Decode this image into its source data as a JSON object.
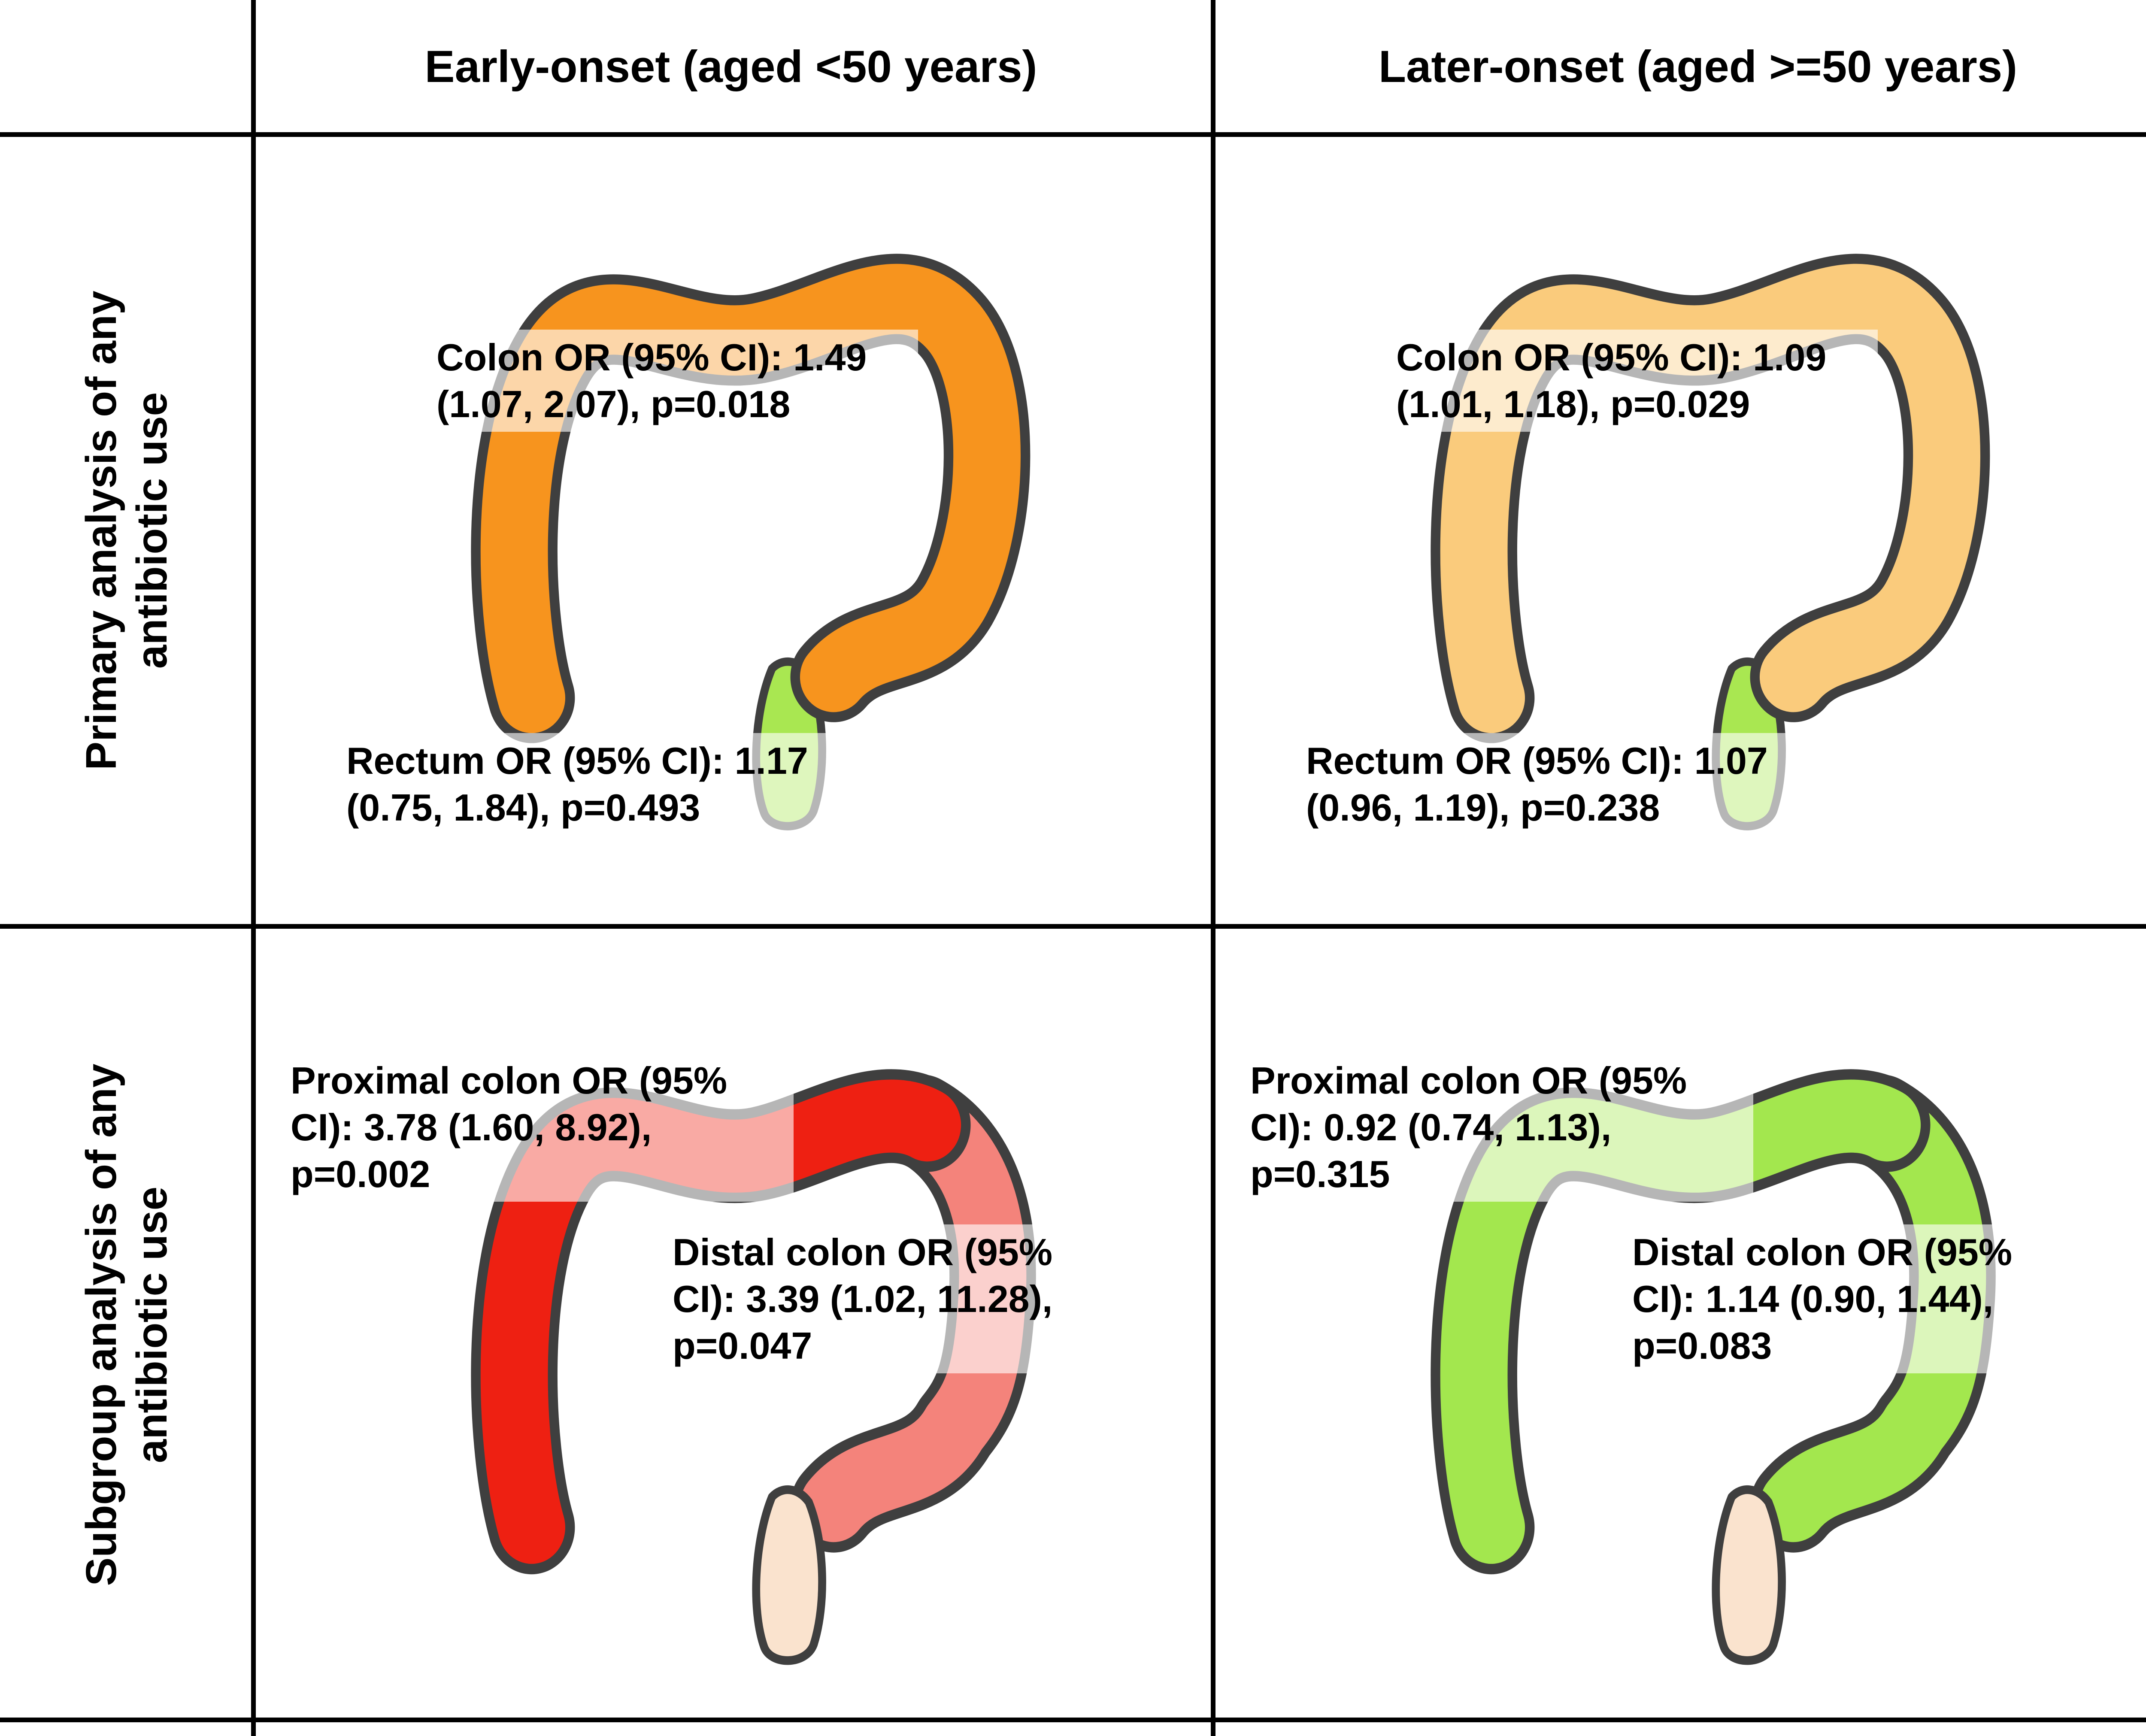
{
  "header": {
    "columns": [
      {
        "label": "Early-onset (aged <50 years)"
      },
      {
        "label": "Later-onset (aged >=50 years)"
      }
    ]
  },
  "rows": [
    {
      "label": "Primary analysis of any antibiotic use"
    },
    {
      "label": "Subgroup analysis of any antibiotic use"
    }
  ],
  "colors": {
    "outline": "#3f3f3f",
    "grid": "#000000",
    "label_background": "rgba(255,255,255,0.62)"
  },
  "cells": [
    {
      "id": "early-primary",
      "colon_color": "#F7941E",
      "rectum_color": "#A9E751",
      "labels": {
        "colon": "Colon OR (95% CI): 1.49 (1.07, 2.07), p=0.018",
        "rectum": "Rectum OR (95% CI): 1.17 (0.75, 1.84), p=0.493"
      }
    },
    {
      "id": "later-primary",
      "colon_color": "#FACB7C",
      "rectum_color": "#A9E751",
      "labels": {
        "colon": "Colon OR (95% CI): 1.09 (1.01, 1.18), p=0.029",
        "rectum": "Rectum OR (95% CI): 1.07 (0.96, 1.19), p=0.238"
      }
    },
    {
      "id": "early-subgroup",
      "proximal_color": "#EE2012",
      "distal_color": "#F4837B",
      "rectum_color": "#FAE3CE",
      "labels": {
        "proximal": "Proximal colon OR (95% CI): 3.78 (1.60, 8.92), p=0.002",
        "distal": "Distal colon OR (95% CI): 3.39 (1.02, 11.28), p=0.047"
      }
    },
    {
      "id": "later-subgroup",
      "proximal_color": "#A3E74E",
      "distal_color": "#A3E74E",
      "rectum_color": "#FAE3CE",
      "labels": {
        "proximal": "Proximal colon OR (95% CI): 0.92 (0.74, 1.13), p=0.315",
        "distal": "Distal colon OR (95% CI): 1.14 (0.90, 1.44), p=0.083"
      }
    }
  ]
}
